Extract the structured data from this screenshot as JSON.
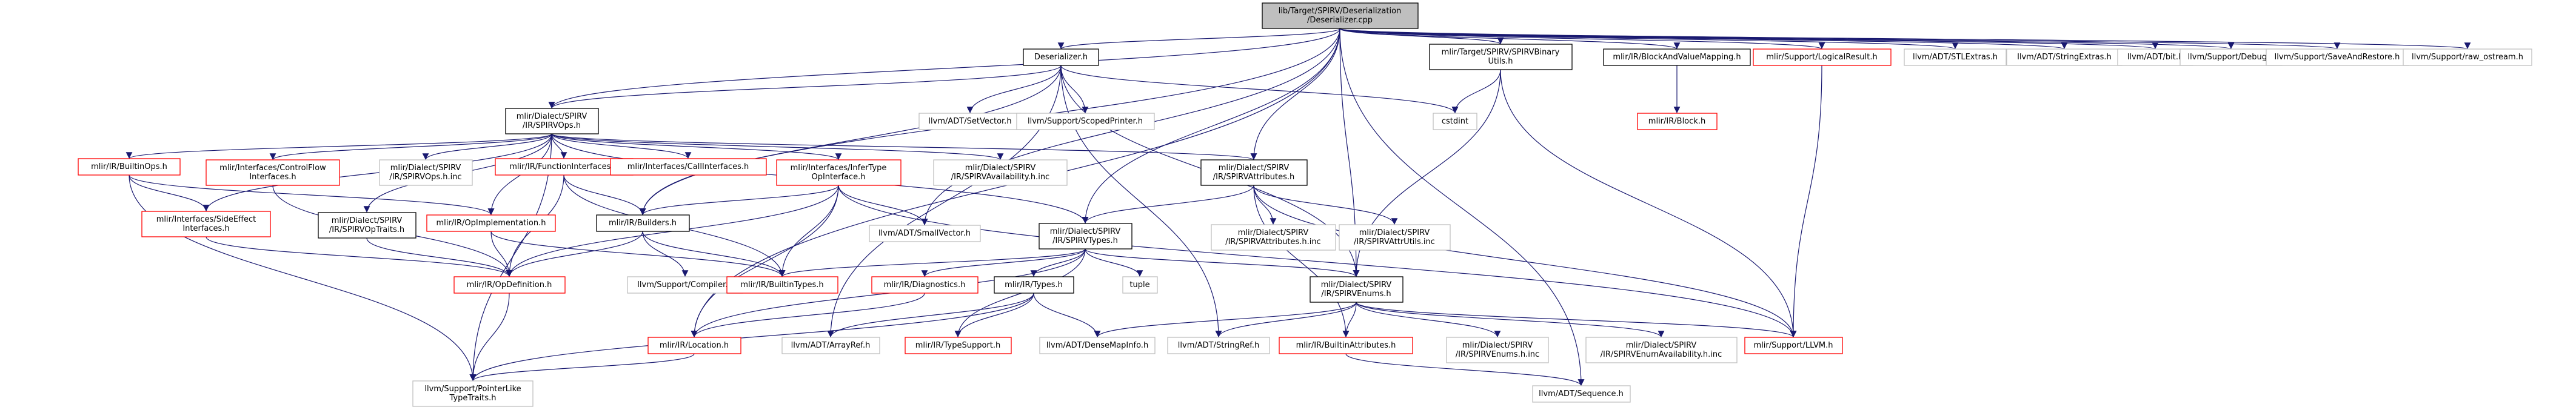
{
  "colors": {
    "edge": "#191970",
    "root_fill": "#bfbfbf",
    "red_border": "#ff0000",
    "gray_border": "#bfbfbf",
    "plain_border": "#000000"
  },
  "nodes": [
    {
      "id": "root",
      "kind": "root",
      "lines": [
        "lib/Target/SPIRV/Deserialization",
        "/Deserializer.cpp"
      ]
    },
    {
      "id": "deserializer_h",
      "kind": "plain",
      "lines": [
        "Deserializer.h"
      ]
    },
    {
      "id": "spirvbinaryutils",
      "kind": "plain",
      "lines": [
        "mlir/Target/SPIRV/SPIRVBinary",
        "Utils.h"
      ]
    },
    {
      "id": "blockandvalue",
      "kind": "plain",
      "lines": [
        "mlir/IR/BlockAndValueMapping.h"
      ]
    },
    {
      "id": "logicalresult",
      "kind": "red",
      "lines": [
        "mlir/Support/LogicalResult.h"
      ]
    },
    {
      "id": "stlextras",
      "kind": "gray",
      "lines": [
        "llvm/ADT/STLExtras.h"
      ]
    },
    {
      "id": "stringextras",
      "kind": "gray",
      "lines": [
        "llvm/ADT/StringExtras.h"
      ]
    },
    {
      "id": "bit",
      "kind": "gray",
      "lines": [
        "llvm/ADT/bit.h"
      ]
    },
    {
      "id": "debug",
      "kind": "gray",
      "lines": [
        "llvm/Support/Debug.h"
      ]
    },
    {
      "id": "saverestore",
      "kind": "gray",
      "lines": [
        "llvm/Support/SaveAndRestore.h"
      ]
    },
    {
      "id": "rawostream",
      "kind": "gray",
      "lines": [
        "llvm/Support/raw_ostream.h"
      ]
    },
    {
      "id": "spirvops",
      "kind": "plain",
      "lines": [
        "mlir/Dialect/SPIRV",
        "/IR/SPIRVOps.h"
      ]
    },
    {
      "id": "setvector",
      "kind": "gray",
      "lines": [
        "llvm/ADT/SetVector.h"
      ]
    },
    {
      "id": "scopedprinter",
      "kind": "gray",
      "lines": [
        "llvm/Support/ScopedPrinter.h"
      ]
    },
    {
      "id": "cstdint",
      "kind": "gray",
      "lines": [
        "cstdint"
      ]
    },
    {
      "id": "block_h",
      "kind": "red",
      "lines": [
        "mlir/IR/Block.h"
      ]
    },
    {
      "id": "builtinops",
      "kind": "red",
      "lines": [
        "mlir/IR/BuiltinOps.h"
      ]
    },
    {
      "id": "controlflow",
      "kind": "red",
      "lines": [
        "mlir/Interfaces/ControlFlow",
        "Interfaces.h"
      ]
    },
    {
      "id": "spirvops_inc",
      "kind": "gray",
      "lines": [
        "mlir/Dialect/SPIRV",
        "/IR/SPIRVOps.h.inc"
      ]
    },
    {
      "id": "functioninterfaces",
      "kind": "red",
      "lines": [
        "mlir/IR/FunctionInterfaces.h"
      ]
    },
    {
      "id": "callinterfaces",
      "kind": "red",
      "lines": [
        "mlir/Interfaces/CallInterfaces.h"
      ]
    },
    {
      "id": "infertype",
      "kind": "red",
      "lines": [
        "mlir/Interfaces/InferType",
        "OpInterface.h"
      ]
    },
    {
      "id": "spirvavail",
      "kind": "gray",
      "lines": [
        "mlir/Dialect/SPIRV",
        "/IR/SPIRVAvailability.h.inc"
      ]
    },
    {
      "id": "spirvattrs",
      "kind": "plain",
      "lines": [
        "mlir/Dialect/SPIRV",
        "/IR/SPIRVAttributes.h"
      ]
    },
    {
      "id": "sideeffect",
      "kind": "red",
      "lines": [
        "mlir/Interfaces/SideEffect",
        "Interfaces.h"
      ]
    },
    {
      "id": "spirvoptraits",
      "kind": "plain",
      "lines": [
        "mlir/Dialect/SPIRV",
        "/IR/SPIRVOpTraits.h"
      ]
    },
    {
      "id": "opimpl",
      "kind": "red",
      "lines": [
        "mlir/IR/OpImplementation.h"
      ]
    },
    {
      "id": "builders",
      "kind": "plain",
      "lines": [
        "mlir/IR/Builders.h"
      ]
    },
    {
      "id": "smallvector",
      "kind": "gray",
      "lines": [
        "llvm/ADT/SmallVector.h"
      ]
    },
    {
      "id": "spirvtypes",
      "kind": "plain",
      "lines": [
        "mlir/Dialect/SPIRV",
        "/IR/SPIRVTypes.h"
      ]
    },
    {
      "id": "spirvattrs_inc",
      "kind": "gray",
      "lines": [
        "mlir/Dialect/SPIRV",
        "/IR/SPIRVAttributes.h.inc"
      ]
    },
    {
      "id": "spirvattrutils",
      "kind": "gray",
      "lines": [
        "mlir/Dialect/SPIRV",
        "/IR/SPIRVAttrUtils.inc"
      ]
    },
    {
      "id": "opdefinition",
      "kind": "red",
      "lines": [
        "mlir/IR/OpDefinition.h"
      ]
    },
    {
      "id": "compiler",
      "kind": "gray",
      "lines": [
        "llvm/Support/Compiler.h"
      ]
    },
    {
      "id": "builtintypes",
      "kind": "red",
      "lines": [
        "mlir/IR/BuiltinTypes.h"
      ]
    },
    {
      "id": "diagnostics",
      "kind": "red",
      "lines": [
        "mlir/IR/Diagnostics.h"
      ]
    },
    {
      "id": "types_h",
      "kind": "plain",
      "lines": [
        "mlir/IR/Types.h"
      ]
    },
    {
      "id": "tuple",
      "kind": "gray",
      "lines": [
        "tuple"
      ]
    },
    {
      "id": "spirvenums",
      "kind": "plain",
      "lines": [
        "mlir/Dialect/SPIRV",
        "/IR/SPIRVEnums.h"
      ]
    },
    {
      "id": "location",
      "kind": "red",
      "lines": [
        "mlir/IR/Location.h"
      ]
    },
    {
      "id": "arrayref",
      "kind": "gray",
      "lines": [
        "llvm/ADT/ArrayRef.h"
      ]
    },
    {
      "id": "typesupport",
      "kind": "red",
      "lines": [
        "mlir/IR/TypeSupport.h"
      ]
    },
    {
      "id": "densemapinfo",
      "kind": "gray",
      "lines": [
        "llvm/ADT/DenseMapInfo.h"
      ]
    },
    {
      "id": "stringref",
      "kind": "gray",
      "lines": [
        "llvm/ADT/StringRef.h"
      ]
    },
    {
      "id": "builtinattrs",
      "kind": "red",
      "lines": [
        "mlir/IR/BuiltinAttributes.h"
      ]
    },
    {
      "id": "spirvenums_inc",
      "kind": "gray",
      "lines": [
        "mlir/Dialect/SPIRV",
        "/IR/SPIRVEnums.h.inc"
      ]
    },
    {
      "id": "spirvenumavail",
      "kind": "gray",
      "lines": [
        "mlir/Dialect/SPIRV",
        "/IR/SPIRVEnumAvailability.h.inc"
      ]
    },
    {
      "id": "llvm_h",
      "kind": "red",
      "lines": [
        "mlir/Support/LLVM.h"
      ]
    },
    {
      "id": "pointerlike",
      "kind": "gray",
      "lines": [
        "llvm/Support/PointerLike",
        "TypeTraits.h"
      ]
    },
    {
      "id": "sequence",
      "kind": "gray",
      "lines": [
        "llvm/ADT/Sequence.h"
      ]
    }
  ],
  "edges": [
    [
      "root",
      "deserializer_h"
    ],
    [
      "root",
      "spirvbinaryutils"
    ],
    [
      "root",
      "blockandvalue"
    ],
    [
      "root",
      "logicalresult"
    ],
    [
      "root",
      "stlextras"
    ],
    [
      "root",
      "stringextras"
    ],
    [
      "root",
      "bit"
    ],
    [
      "root",
      "debug"
    ],
    [
      "root",
      "saverestore"
    ],
    [
      "root",
      "rawostream"
    ],
    [
      "root",
      "spirvops"
    ],
    [
      "root",
      "spirvattrs"
    ],
    [
      "root",
      "spirvtypes"
    ],
    [
      "root",
      "spirvenums"
    ],
    [
      "root",
      "location"
    ],
    [
      "root",
      "smallvector"
    ],
    [
      "root",
      "sequence"
    ],
    [
      "root",
      "builders"
    ],
    [
      "deserializer_h",
      "spirvops"
    ],
    [
      "deserializer_h",
      "setvector"
    ],
    [
      "deserializer_h",
      "scopedprinter"
    ],
    [
      "deserializer_h",
      "cstdint"
    ],
    [
      "deserializer_h",
      "builders"
    ],
    [
      "deserializer_h",
      "arrayref"
    ],
    [
      "deserializer_h",
      "stringref"
    ],
    [
      "deserializer_h",
      "spirvenums"
    ],
    [
      "spirvbinaryutils",
      "cstdint"
    ],
    [
      "spirvbinaryutils",
      "spirvenums"
    ],
    [
      "spirvbinaryutils",
      "llvm_h"
    ],
    [
      "blockandvalue",
      "block_h"
    ],
    [
      "logicalresult",
      "llvm_h"
    ],
    [
      "spirvops",
      "builtinops"
    ],
    [
      "spirvops",
      "controlflow"
    ],
    [
      "spirvops",
      "spirvops_inc"
    ],
    [
      "spirvops",
      "functioninterfaces"
    ],
    [
      "spirvops",
      "callinterfaces"
    ],
    [
      "spirvops",
      "infertype"
    ],
    [
      "spirvops",
      "spirvavail"
    ],
    [
      "spirvops",
      "spirvattrs"
    ],
    [
      "spirvops",
      "sideeffect"
    ],
    [
      "spirvops",
      "spirvoptraits"
    ],
    [
      "spirvops",
      "opimpl"
    ],
    [
      "spirvops",
      "spirvtypes"
    ],
    [
      "spirvops",
      "pointerlike"
    ],
    [
      "builtinops",
      "sideeffect"
    ],
    [
      "builtinops",
      "opimpl"
    ],
    [
      "builtinops",
      "pointerlike"
    ],
    [
      "controlflow",
      "opdefinition"
    ],
    [
      "functioninterfaces",
      "builders"
    ],
    [
      "functioninterfaces",
      "opdefinition"
    ],
    [
      "functioninterfaces",
      "builtintypes"
    ],
    [
      "infertype",
      "builders"
    ],
    [
      "infertype",
      "opdefinition"
    ],
    [
      "infertype",
      "builtintypes"
    ],
    [
      "infertype",
      "location"
    ],
    [
      "infertype",
      "smallvector"
    ],
    [
      "infertype",
      "llvm_h"
    ],
    [
      "spirvattrs",
      "spirvtypes"
    ],
    [
      "spirvattrs",
      "spirvattrs_inc"
    ],
    [
      "spirvattrs",
      "spirvattrutils"
    ],
    [
      "spirvattrs",
      "builtinattrs"
    ],
    [
      "spirvattrs",
      "llvm_h"
    ],
    [
      "sideeffect",
      "opdefinition"
    ],
    [
      "spirvoptraits",
      "opdefinition"
    ],
    [
      "opimpl",
      "builtintypes"
    ],
    [
      "opimpl",
      "opdefinition"
    ],
    [
      "builders",
      "opdefinition"
    ],
    [
      "builders",
      "compiler"
    ],
    [
      "builders",
      "builtintypes"
    ],
    [
      "spirvtypes",
      "builtintypes"
    ],
    [
      "spirvtypes",
      "diagnostics"
    ],
    [
      "spirvtypes",
      "types_h"
    ],
    [
      "spirvtypes",
      "tuple"
    ],
    [
      "spirvtypes",
      "spirvenums"
    ],
    [
      "spirvtypes",
      "location"
    ],
    [
      "spirvtypes",
      "typesupport"
    ],
    [
      "opdefinition",
      "pointerlike"
    ],
    [
      "diagnostics",
      "location"
    ],
    [
      "types_h",
      "typesupport"
    ],
    [
      "types_h",
      "densemapinfo"
    ],
    [
      "types_h",
      "arrayref"
    ],
    [
      "types_h",
      "pointerlike"
    ],
    [
      "spirvenums",
      "builtinattrs"
    ],
    [
      "spirvenums",
      "spirvenums_inc"
    ],
    [
      "spirvenums",
      "spirvenumavail"
    ],
    [
      "spirvenums",
      "llvm_h"
    ],
    [
      "spirvenums",
      "densemapinfo"
    ],
    [
      "spirvenums",
      "stringref"
    ],
    [
      "location",
      "pointerlike"
    ],
    [
      "builtinattrs",
      "sequence"
    ]
  ]
}
